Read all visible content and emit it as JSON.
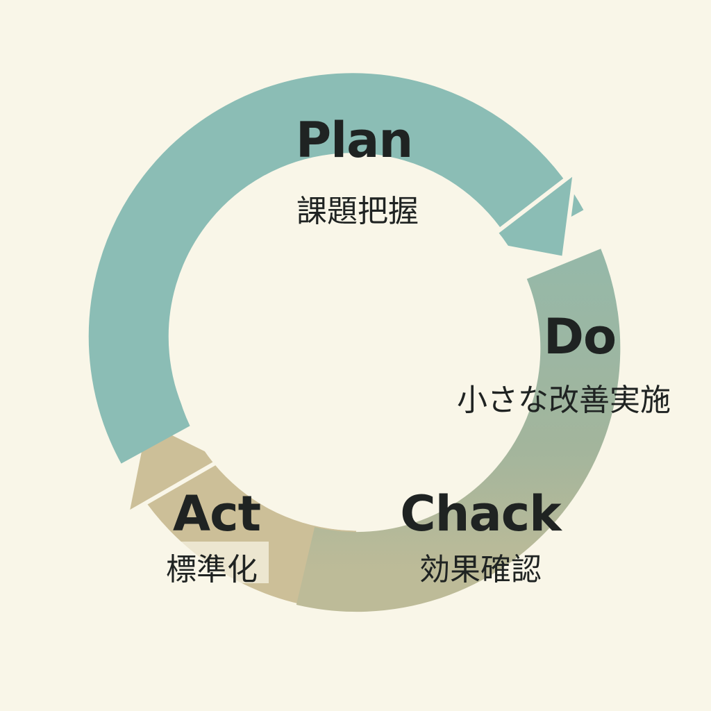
{
  "title": "PDCA cycle",
  "stages": [
    {
      "name": "Plan",
      "description": "課題把握",
      "color": "#8bbdb5"
    },
    {
      "name": "Do",
      "description": "小さな改善実施",
      "color": "#9db8a2"
    },
    {
      "name": "Chack",
      "description": "効果確認",
      "color": "#b9bb9b"
    },
    {
      "name": "Act",
      "description": "標準化",
      "color": "#ccbf98"
    }
  ],
  "background": "#f9f6e8"
}
